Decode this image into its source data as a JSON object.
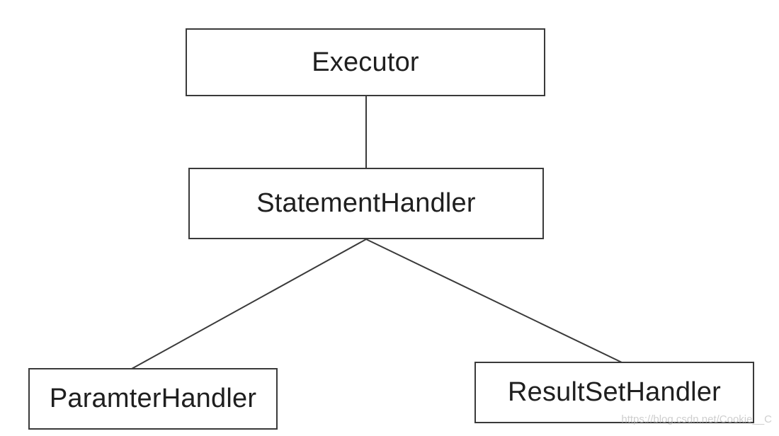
{
  "nodes": {
    "executor": {
      "label": "Executor"
    },
    "statement_handler": {
      "label": "StatementHandler"
    },
    "parameter_handler": {
      "label": "ParamterHandler"
    },
    "resultset_handler": {
      "label": "ResultSetHandler"
    }
  },
  "edges": [
    {
      "from": "Executor",
      "to": "StatementHandler"
    },
    {
      "from": "StatementHandler",
      "to": "ParamterHandler"
    },
    {
      "from": "StatementHandler",
      "to": "ResultSetHandler"
    }
  ],
  "watermark": "https://blog.csdn.net/Cookie__C",
  "colors": {
    "line": "#3a3a3a",
    "box_border": "#3a3a3a",
    "text": "#1f1f1f",
    "background": "#ffffff"
  }
}
